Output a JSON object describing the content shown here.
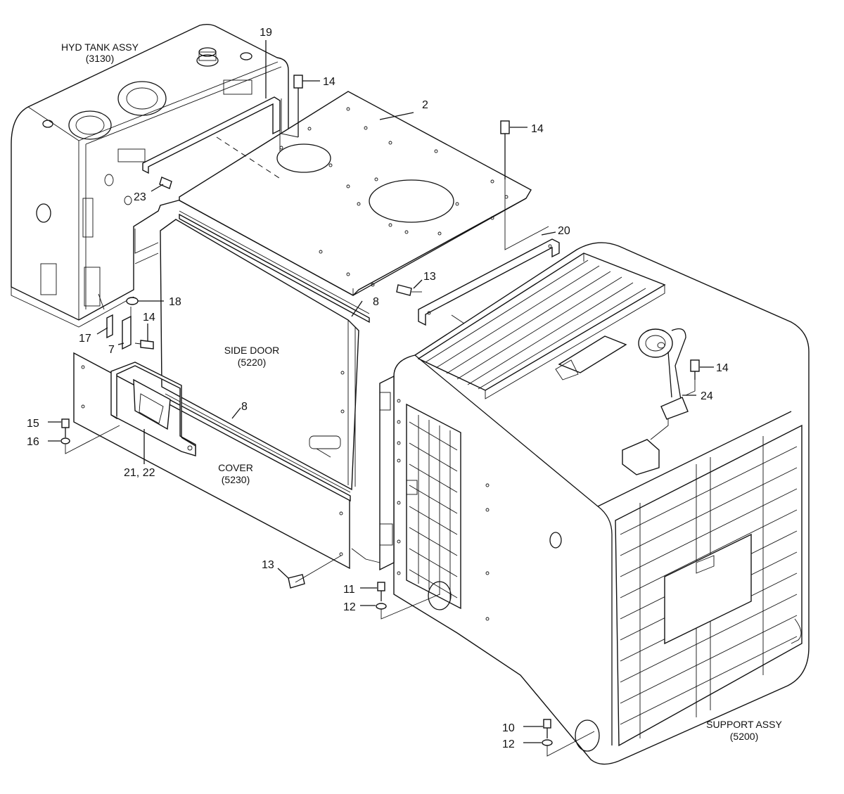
{
  "assemblies": {
    "hyd_tank": {
      "name": "HYD TANK ASSY",
      "code": "(3130)"
    },
    "side_door": {
      "name": "SIDE DOOR",
      "code": "(5220)"
    },
    "cover": {
      "name": "COVER",
      "code": "(5230)"
    },
    "support": {
      "name": "SUPPORT ASSY",
      "code": "(5200)"
    }
  },
  "callouts": [
    {
      "id": "c19",
      "text": "19"
    },
    {
      "id": "c14a",
      "text": "14"
    },
    {
      "id": "c2",
      "text": "2"
    },
    {
      "id": "c14b",
      "text": "14"
    },
    {
      "id": "c23",
      "text": "23"
    },
    {
      "id": "c20",
      "text": "20"
    },
    {
      "id": "c13a",
      "text": "13"
    },
    {
      "id": "c18",
      "text": "18"
    },
    {
      "id": "c8a",
      "text": "8"
    },
    {
      "id": "c14c",
      "text": "14"
    },
    {
      "id": "c17",
      "text": "17"
    },
    {
      "id": "c7",
      "text": "7"
    },
    {
      "id": "c14d",
      "text": "14"
    },
    {
      "id": "c24",
      "text": "24"
    },
    {
      "id": "c15",
      "text": "15"
    },
    {
      "id": "c16",
      "text": "16"
    },
    {
      "id": "c8b",
      "text": "8"
    },
    {
      "id": "c21_22",
      "text": "21, 22"
    },
    {
      "id": "c13b",
      "text": "13"
    },
    {
      "id": "c11",
      "text": "11"
    },
    {
      "id": "c12a",
      "text": "12"
    },
    {
      "id": "c10",
      "text": "10"
    },
    {
      "id": "c12b",
      "text": "12"
    }
  ]
}
